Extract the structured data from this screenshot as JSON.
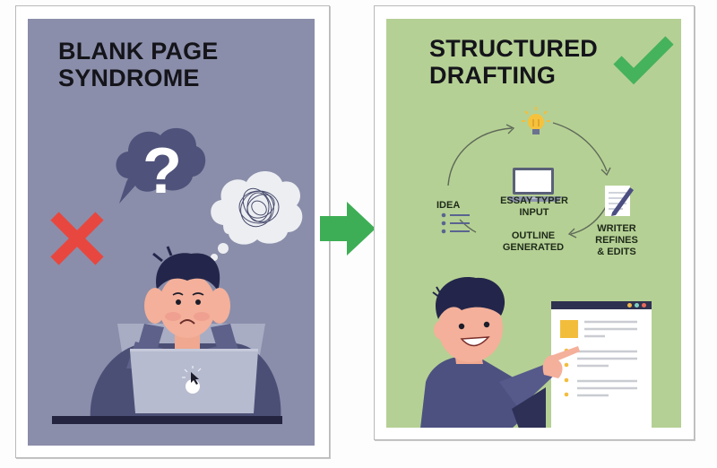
{
  "left_panel": {
    "title_line1": "BLANK PAGE",
    "title_line2": "SYNDROME",
    "background_color": "#8a8eaa",
    "status_icon": "red-x-icon",
    "status_color": "#e8473f",
    "illustration": "frustrated-person-at-laptop",
    "thought_bubbles": [
      "question-mark-bubble",
      "scribble-bubble"
    ]
  },
  "transition_arrow": {
    "icon": "right-arrow-icon",
    "color": "#3dae55"
  },
  "right_panel": {
    "title_line1": "STRUCTURED",
    "title_line2": "DRAFTING",
    "background_color": "#b5d094",
    "status_icon": "green-check-icon",
    "status_color": "#45b25c",
    "cycle": {
      "top_icon": "lightbulb-icon",
      "center_label_line1": "ESSAY TYPER",
      "center_label_line2": "INPUT",
      "steps": [
        {
          "label_lines": [
            "IDEA"
          ],
          "icon": "list-icon"
        },
        {
          "label_lines": [
            "WRITER",
            "REFINES",
            "& EDITS"
          ],
          "icon": "pen-paper-icon"
        },
        {
          "label_lines": [
            "OUTLINE",
            "GENERATED"
          ],
          "icon": ""
        }
      ]
    },
    "illustration": "smiling-person-pointing-at-document",
    "document_window": {
      "window_dots": [
        "#f0b84a",
        "#7fd0c0",
        "#e86a5a"
      ],
      "accent_color": "#f3bd3c"
    }
  }
}
